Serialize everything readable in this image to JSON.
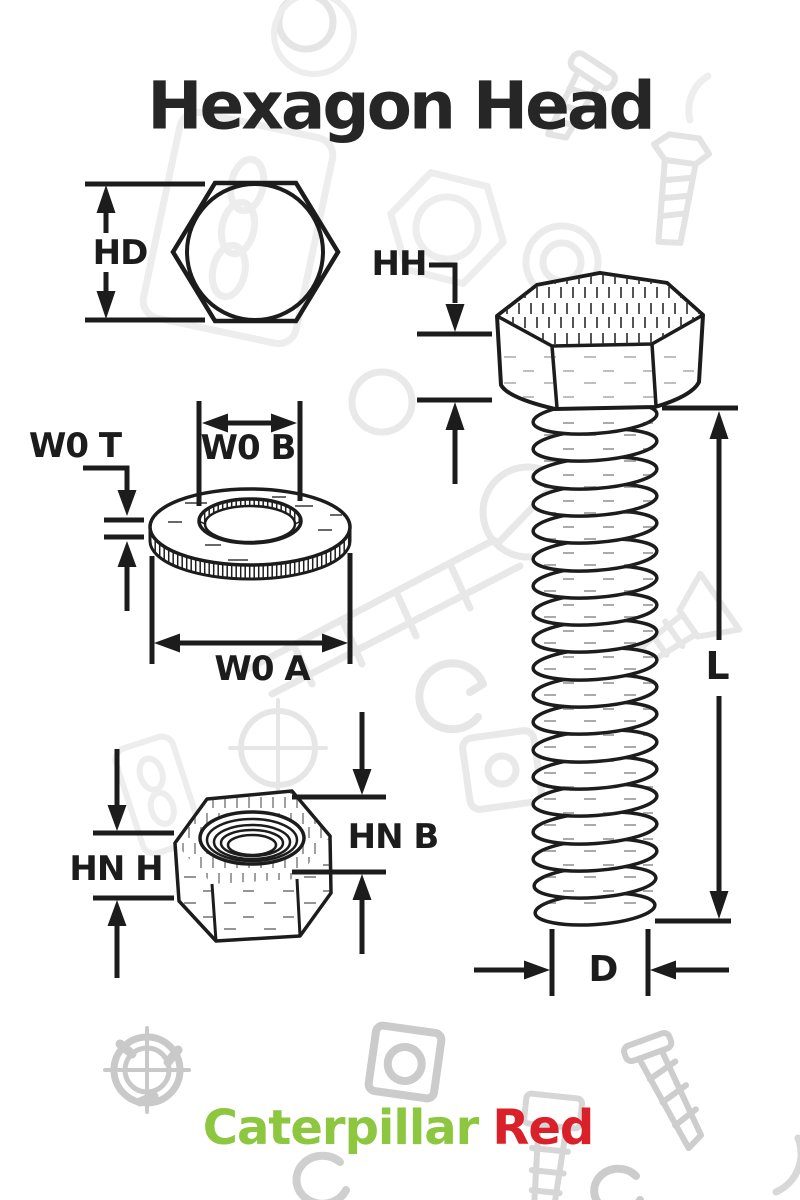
{
  "title": "Hexagon Head",
  "diagram": {
    "dimension_labels": {
      "head_across_flats": "HD",
      "head_height": "HH",
      "washer_thickness": "W0 T",
      "washer_bore_diameter": "W0 B",
      "washer_outer_diameter": "W0 A",
      "nut_height": "HN H",
      "nut_bore_diameter": "HN B",
      "bolt_length": "L",
      "thread_diameter": "D"
    },
    "parts": [
      "hex-head-top-view",
      "flat-washer",
      "hex-nut",
      "hex-head-bolt"
    ],
    "icons": [
      "watermark-screw-icon",
      "watermark-nut-icon",
      "watermark-washer-icon",
      "watermark-target-icon",
      "watermark-chain-icon"
    ]
  },
  "brand": {
    "text_primary": "Caterpillar",
    "text_secondary": "Red",
    "color_primary": "#8dc63f",
    "color_secondary": "#da2129"
  },
  "colors": {
    "ink": "#1c1c1c",
    "background": "#ffffff",
    "watermark_light": "#e7e7e7",
    "watermark_dark": "#c9c9c9"
  }
}
